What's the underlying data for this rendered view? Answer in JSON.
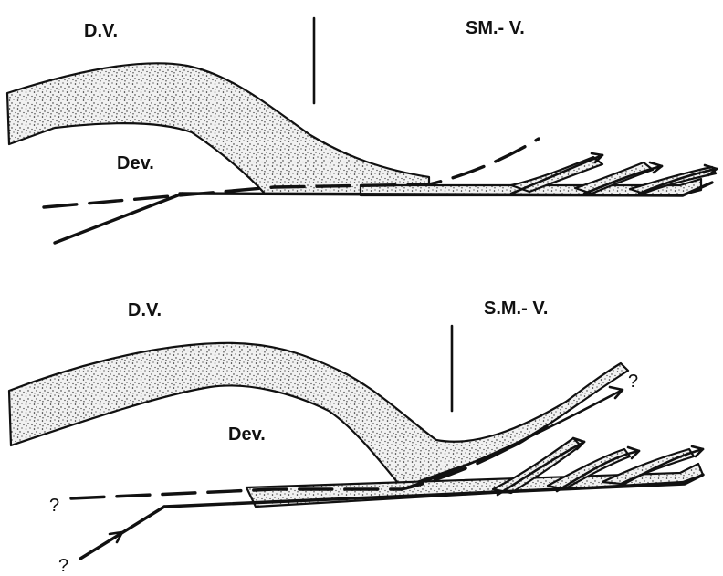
{
  "top_section": {
    "label_left": "D.V.",
    "label_right": "SM.- V.",
    "label_unit": "Dev."
  },
  "bottom_section": {
    "label_left": "D.V.",
    "label_right": "S.M.- V.",
    "label_unit": "Dev.",
    "question_marks": [
      "?",
      "?",
      "?"
    ]
  }
}
